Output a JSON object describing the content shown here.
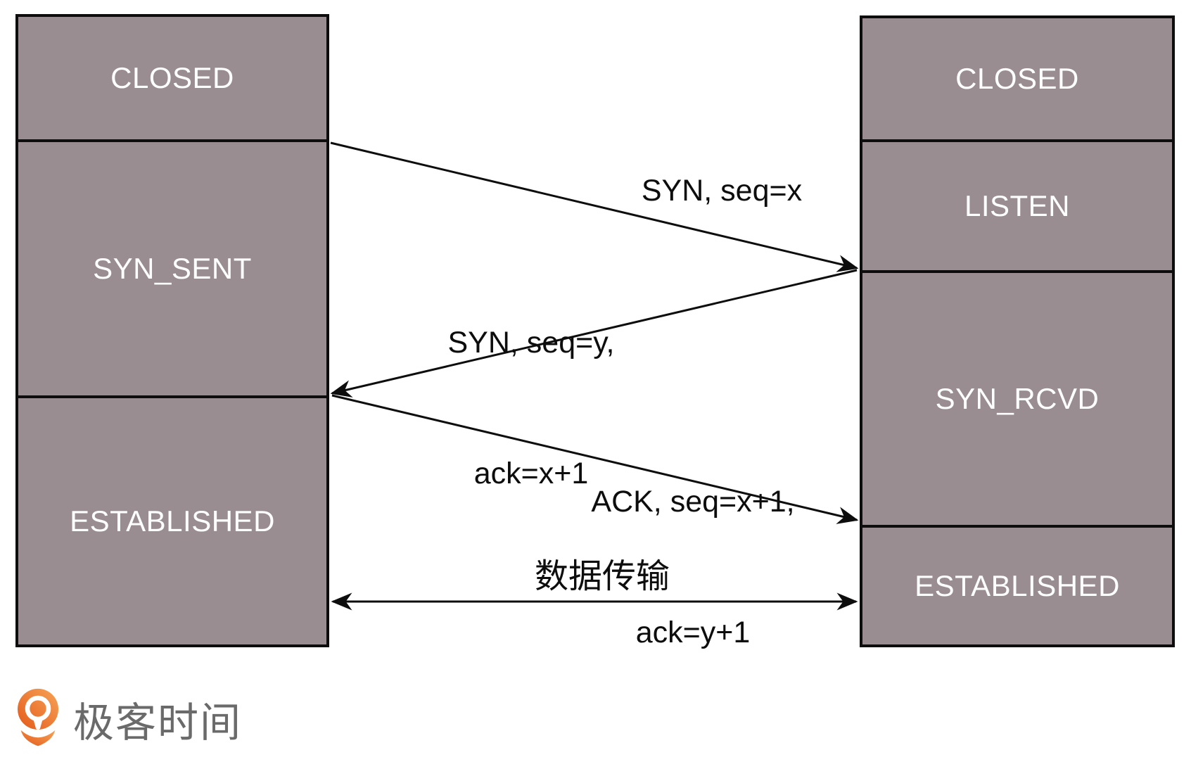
{
  "diagram": {
    "title": "TCP three-way handshake state diagram",
    "client_states": [
      {
        "label": "CLOSED"
      },
      {
        "label": "SYN_SENT"
      },
      {
        "label": "ESTABLISHED"
      }
    ],
    "server_states": [
      {
        "label": "CLOSED"
      },
      {
        "label": "LISTEN"
      },
      {
        "label": "SYN_RCVD"
      },
      {
        "label": "ESTABLISHED"
      }
    ],
    "messages": {
      "syn": {
        "label": "SYN, seq=x",
        "direction": "client-to-server"
      },
      "synack": {
        "line1": "SYN, seq=y,",
        "line2": "ack=x+1",
        "direction": "server-to-client"
      },
      "ack": {
        "line1": "ACK, seq=x+1,",
        "line2": "ack=y+1",
        "direction": "client-to-server"
      },
      "data": {
        "label": "数据传输",
        "direction": "bidirectional"
      }
    }
  },
  "logo": {
    "text": "极客时间"
  },
  "colors": {
    "state_box_fill": "#9a8d92",
    "state_box_border": "#0d0d0d",
    "state_label_text": "#ffffff",
    "arrow": "#0d0d0d",
    "message_text": "#0d0d0d",
    "logo_orange_dark": "#e4591a",
    "logo_orange_light": "#f6a457",
    "logo_text_gray": "#6a6a6a",
    "background": "#ffffff"
  }
}
